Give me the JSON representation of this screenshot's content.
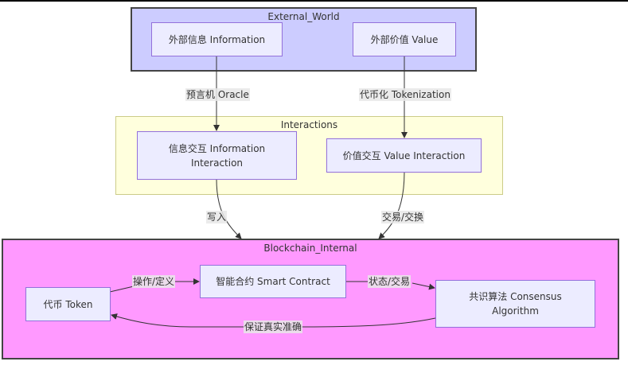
{
  "clusters": {
    "external": {
      "title": "External_World",
      "fill": "#ccccff",
      "stroke": "#444444"
    },
    "interactions": {
      "title": "Interactions",
      "fill": "#ffffdd",
      "stroke": "#cccc88"
    },
    "blockchain": {
      "title": "Blockchain_Internal",
      "fill": "#ff99ff",
      "stroke": "#444444"
    }
  },
  "nodes": {
    "ext_info": "外部信息 Information",
    "ext_value": "外部价值 Value",
    "info_interaction_line1": "信息交互 Information",
    "info_interaction_line2": "Interaction",
    "value_interaction": "价值交互 Value Interaction",
    "token": "代币 Token",
    "smart_contract": "智能合约 Smart Contract",
    "consensus_line1": "共识算法 Consensus",
    "consensus_line2": "Algorithm"
  },
  "edges": {
    "oracle": "预言机 Oracle",
    "tokenization": "代币化 Tokenization",
    "write": "写入",
    "trade_exchange": "交易/交换",
    "operate_define": "操作/定义",
    "state_trade": "状态/交易",
    "ensure_accuracy": "保证真实准确"
  },
  "colors": {
    "node_fill": "#ececff",
    "node_stroke": "#9370db",
    "edge": "#333333",
    "label_bg": "#e8e8e8"
  }
}
